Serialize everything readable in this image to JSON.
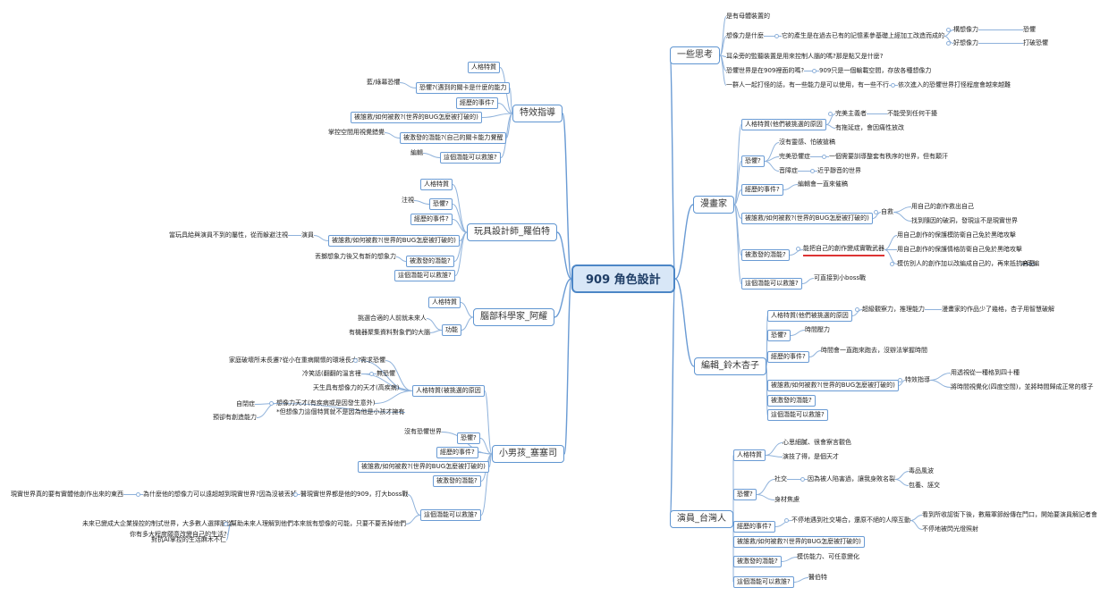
{
  "mindmap": {
    "root": "909 角色設計",
    "branches": [
      {
        "label": "一些思考",
        "items": [
          "是有母體裝置的",
          "想像力是什麼",
          "它的產生是在過去已有的記憶素參基礎上經加工改造而成的",
          "構想像力",
          "恐懼",
          "好想像力",
          "打破恐懼",
          "耳朵旁的監聽裝置是用來控制人腦的嗎?那是點又是什麼?",
          "恐懼世界是在909裡面的嗎?",
          "909只是一個輸載空間，存放各種想像力",
          "一群人一起打怪的話，有一些能力是可以使用，有一些不行",
          "依次進入的恐懼世界打怪程度會越來越難"
        ]
      },
      {
        "label": "漫畫家",
        "items": [
          "人格特質(他們被挑選的原因",
          "完美主義者",
          "不能受到任何干擾",
          "有拖延症，會因痛性放改",
          "恐懼?",
          "沒有靈感、怕被搶稿",
          "完美恐懼症",
          "一個需要訓導整套有秩序的世界，但有顛汗",
          "音障症",
          "近乎靜音的世界",
          "經歷的事件?",
          "編輯會一直來催稿",
          "被誰救/如何被救?(世界的BUG怎麼被打破的)",
          "自救",
          "用自己的創作救出自己",
          "找到隨因的破洞，發現這不是現實世界",
          "被激發的潛能?",
          "能把自己的創作變成實戰武器",
          "用自己創作的保護模防衛自己免於黑暗攻擊",
          "用自己創作的保護情格防衛自己免於黑暗攻擊",
          "模仿別人的創作加以改編成自己的，再來抵抗自己",
          "IP改編",
          "這個潛能可以救誰?",
          "可直接到小boss戰"
        ]
      },
      {
        "label": "編輯_鈴木杏子",
        "items": [
          "人格特質(他們被挑選的原因",
          "超級觀察力，推理能力",
          "漫畫家的作品少了幾格，杏子用智慧破解",
          "恐懼?",
          "時間壓力",
          "經歷的事件?",
          "時間會一直跑來跑去，沒辦法掌握時間",
          "被誰救/如何被救?(世界的BUG怎麼被打破的)",
          "特效指導",
          "用透視從一種格到四十種",
          "將時間視覺化(四度空間)，並將時間歸成正常的樣子",
          "被激發的潛能?",
          "這個潛能可以救誰?"
        ]
      },
      {
        "label": "演員_台灣人",
        "items": [
          "人格特質",
          "心思細膩、很會察言觀色",
          "演技了得，是個天才",
          "恐懼?",
          "社交",
          "因為被人陷害過，讓我身敗名裂",
          "毒品風波",
          "包養、誣交",
          "身材焦慮",
          "經歷的事件?",
          "不停地遇到社交場合，還原不絕的人際互動",
          "看到所收認街下後，數羅軍節紛傳在門口，開始要演員解記者會",
          "不停地被閃光燈照射",
          "被誰救/如何被救?(世界的BUG怎麼被打破的)",
          "被激發的潛能?",
          "模仿能力、可任意變化",
          "這個潛能可以救誰?",
          "醫伯特"
        ]
      },
      {
        "label": "特效指導",
        "items": [
          "人格特質",
          "藍/綠幕恐懼",
          "恐懼?(遇到的關卡是什麼的能力",
          "經歷的事件?",
          "被誰救/如何被救?(世界的BUG怎麼被打破的)",
          "掌控空間用視覺錯覺",
          "被激發的潛能?(自己的關卡能力覺醒",
          "這個潛能可以救誰?",
          "編輯"
        ]
      },
      {
        "label": "玩具設計師_羅伯特",
        "items": [
          "人格特質",
          "恐懼?",
          "注視",
          "經歷的事件?",
          "被誰救/如何被救?(世界的BUG怎麼被打破的)",
          "當玩具給與演員不到的屬性，從而躲避注視",
          "演員",
          "被激發的潛能?",
          "丟擲想象力後又有新的想象力",
          "這個潛能可以救誰?"
        ]
      },
      {
        "label": "腦部科學家_阿耀",
        "items": [
          "人格特質",
          "功能",
          "挑選合適的人前就未來人",
          "有機器聚集資料對象們的大腦"
        ]
      },
      {
        "label": "小男孩_塞塞司",
        "items": [
          "家庭破壞所未長遷?從小在重病關懷的環境長大?",
          "需求恐懼",
          "冷笑話(翻翻的溫言裡",
          "無恐懼",
          "天生具有想像力的天才(高疾病)",
          "人格特質(被挑選的原因",
          "自閉症",
          "想像力天才(有疾病或是因發生意外)",
          "*但想像力這個特質就不是因為他是小孩才擁有",
          "預卻有創造能力",
          "沒有恐懼世界",
          "恐懼?",
          "經歷的事件?",
          "被誰救/如何被救?(世界的BUG怎麼被打破的)",
          "被激發的潛能?",
          "這個潛能可以救誰?",
          "醫現實世界都是他的909，打大boss戰",
          "現實世界真的要有實體他創作出來的東西",
          "為什麼他的想像力可以遠超越到現實世界?因為沒被丟掉",
          "幫助未來人理解到他們本來就有想像的可能，只要不要丟掉他們",
          "你有多大程度願意改變自己的生活?",
          "未來已變成大企業操控的制式世界，大多數人選擇服從",
          "對抗AI掌控的生活麻木不仁"
        ]
      }
    ]
  }
}
